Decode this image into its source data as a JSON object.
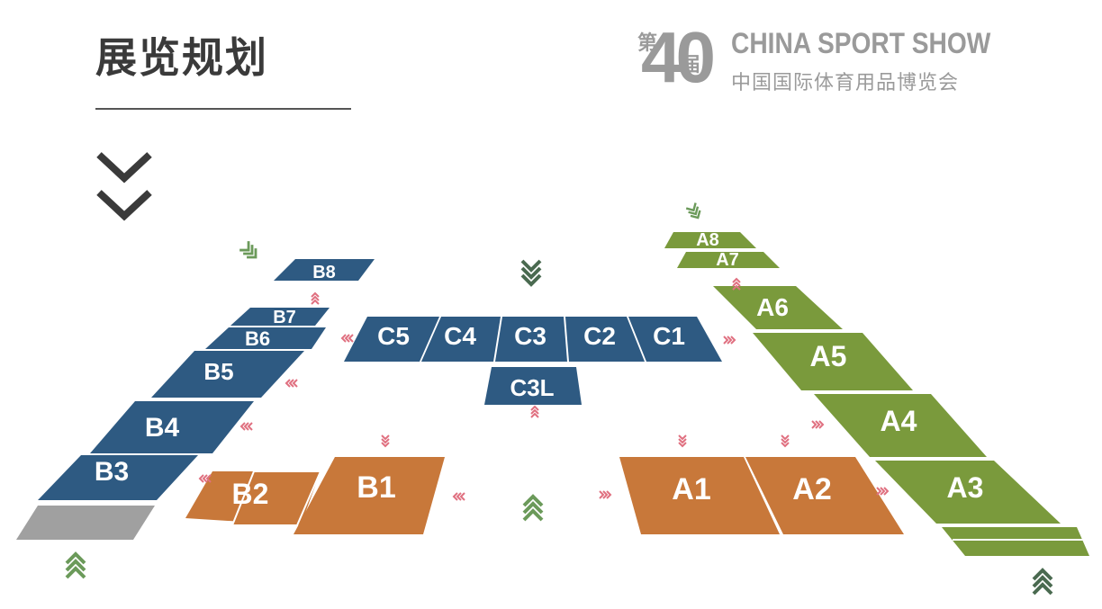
{
  "page": {
    "title": "展览规划"
  },
  "logo": {
    "edition_num": "40",
    "edition_di": "第",
    "edition_jie": "届",
    "name_en": "CHINA SPORT SHOW",
    "name_cn": "中国国际体育用品博览会"
  },
  "colors": {
    "blue": "#2e5a82",
    "orange": "#c8783a",
    "green": "#7a9a3c",
    "gray": "#a0a0a0",
    "arrow_green": "#6b9a5a",
    "arrow_pink": "#e07080",
    "text": "#3a3a3a"
  },
  "halls": {
    "B8": "B8",
    "B7": "B7",
    "B6": "B6",
    "B5": "B5",
    "B4": "B4",
    "B3": "B3",
    "B2": "B2",
    "B1": "B1",
    "C5": "C5",
    "C4": "C4",
    "C3": "C3",
    "C2": "C2",
    "C1": "C1",
    "C3L": "C3L",
    "A8": "A8",
    "A7": "A7",
    "A6": "A6",
    "A5": "A5",
    "A4": "A4",
    "A3": "A3",
    "A1": "A1",
    "A2": "A2"
  }
}
